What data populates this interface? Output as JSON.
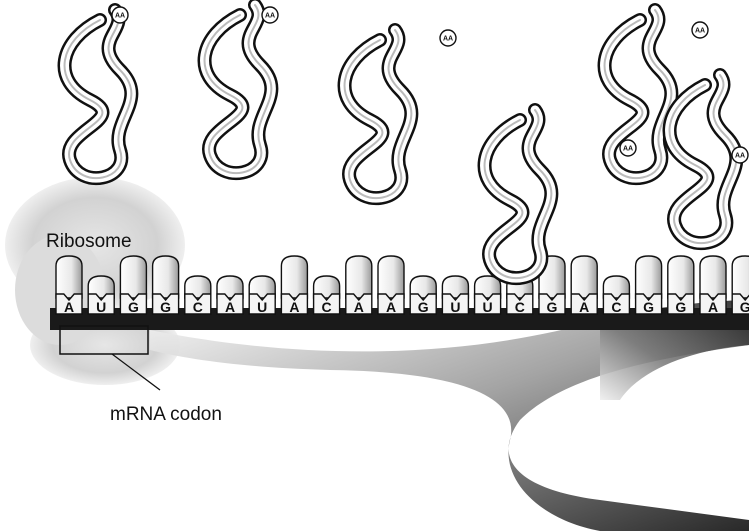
{
  "labels": {
    "ribosome": "Ribosome",
    "codon": "mRNA codon"
  },
  "mrna": {
    "bases": [
      "A",
      "U",
      "G",
      "G",
      "C",
      "A",
      "U",
      "A",
      "C",
      "A",
      "A",
      "G",
      "U",
      "U",
      "C",
      "G",
      "A",
      "C",
      "G",
      "G",
      "A",
      "G"
    ]
  },
  "trna": {
    "amino_acid_label": "AA",
    "count": 6
  },
  "colors": {
    "ink": "#111111",
    "ribosome": "#d9d9d9",
    "backbone": "#1a1a1a"
  }
}
